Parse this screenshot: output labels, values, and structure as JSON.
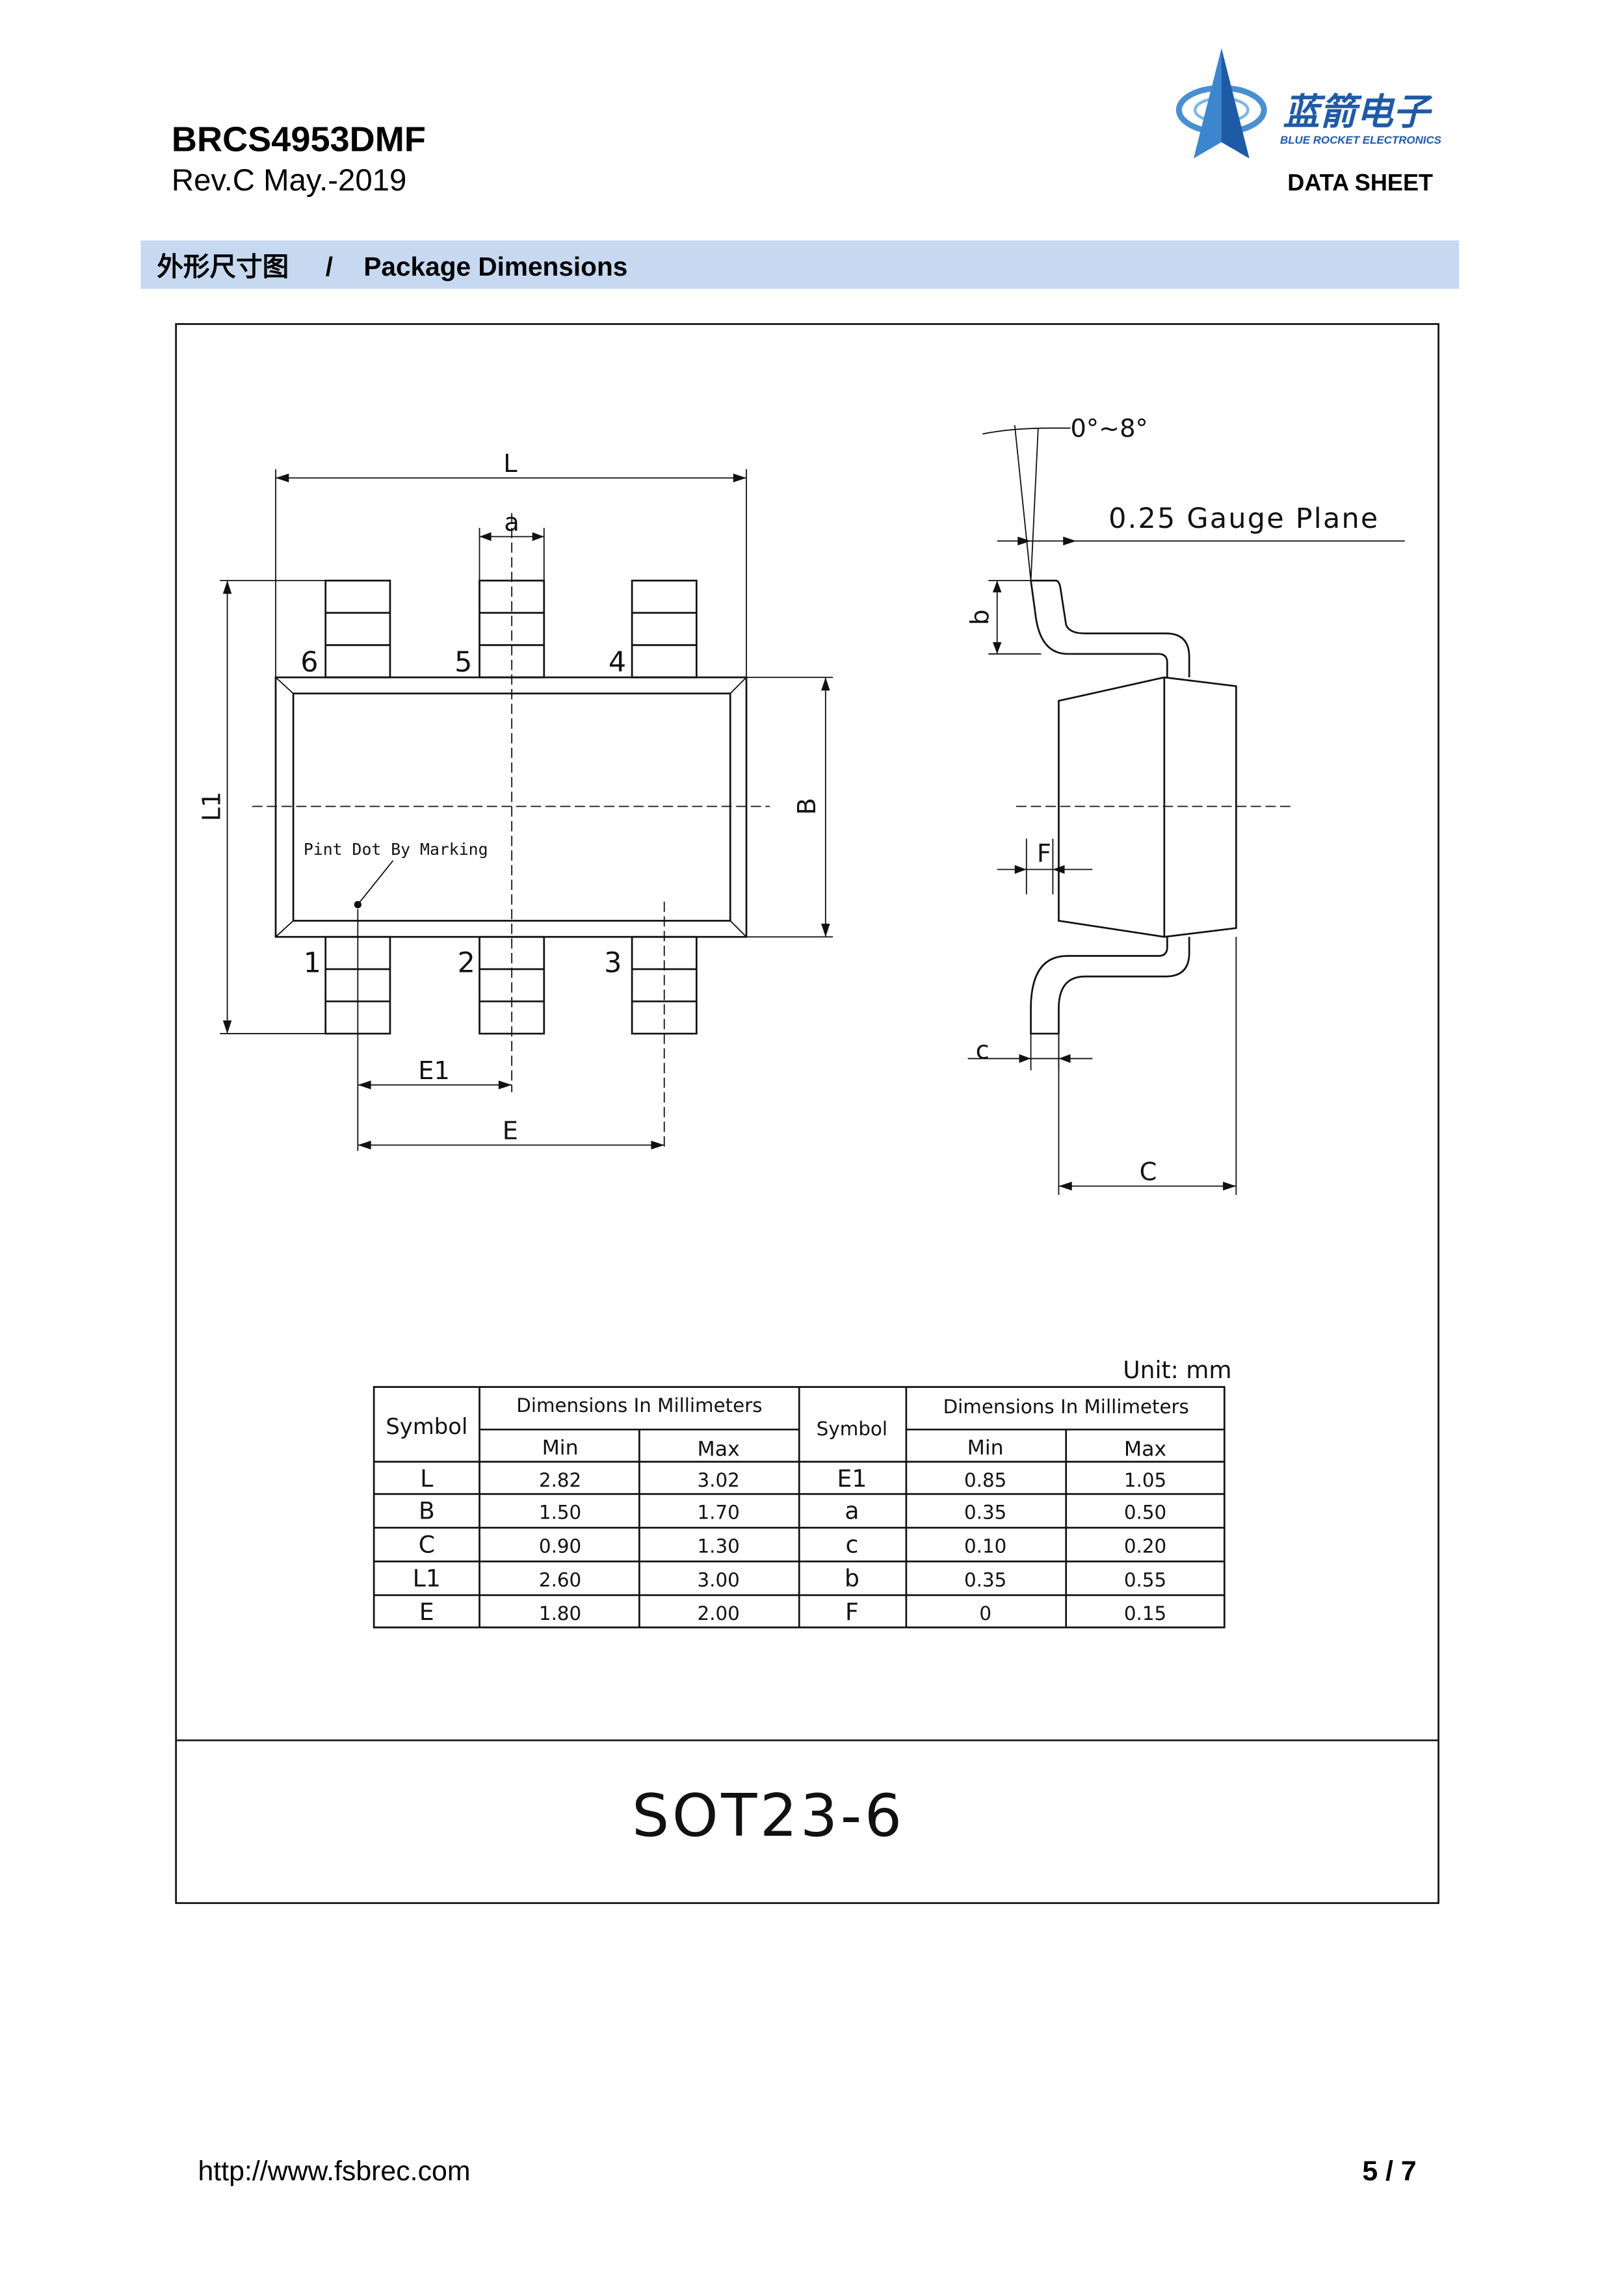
{
  "header": {
    "part_number": "BRCS4953DMF",
    "revision": "Rev.C May.-2019",
    "logo_cn": "蓝箭电子",
    "logo_en": "BLUE ROCKET ELECTRONICS",
    "doc_type": "DATA SHEET",
    "brand_color": "#1f5aa6"
  },
  "section": {
    "title_cn": "外形尺寸图",
    "separator": "/",
    "title_en": "Package Dimensions",
    "bar_color": "#c6d9f1"
  },
  "drawing": {
    "top_view": {
      "pin_labels": [
        "1",
        "2",
        "3",
        "4",
        "5",
        "6"
      ],
      "dim_L": "L",
      "dim_a": "a",
      "dim_L1": "L1",
      "dim_B": "B",
      "dim_E1": "E1",
      "dim_E": "E",
      "marking_note": "Pint Dot By Marking"
    },
    "side_view": {
      "angle": "0°~8°",
      "gauge_plane": "0.25 Gauge Plane",
      "dim_b": "b",
      "dim_F": "F",
      "dim_c": "c",
      "dim_C": "C"
    },
    "package_name": "SOT23-6"
  },
  "table": {
    "unit": "Unit: mm",
    "symbol_header": "Symbol",
    "dims_header": "Dimensions In Millimeters",
    "min_header": "Min",
    "max_header": "Max",
    "rows": [
      [
        "L",
        "2.82",
        "3.02",
        "E1",
        "0.85",
        "1.05"
      ],
      [
        "B",
        "1.50",
        "1.70",
        "a",
        "0.35",
        "0.50"
      ],
      [
        "C",
        "0.90",
        "1.30",
        "c",
        "0.10",
        "0.20"
      ],
      [
        "L1",
        "2.60",
        "3.00",
        "b",
        "0.35",
        "0.55"
      ],
      [
        "E",
        "1.80",
        "2.00",
        "F",
        "0",
        "0.15"
      ]
    ]
  },
  "footer": {
    "url": "http://www.fsbrec.com",
    "page": "5 / 7"
  }
}
